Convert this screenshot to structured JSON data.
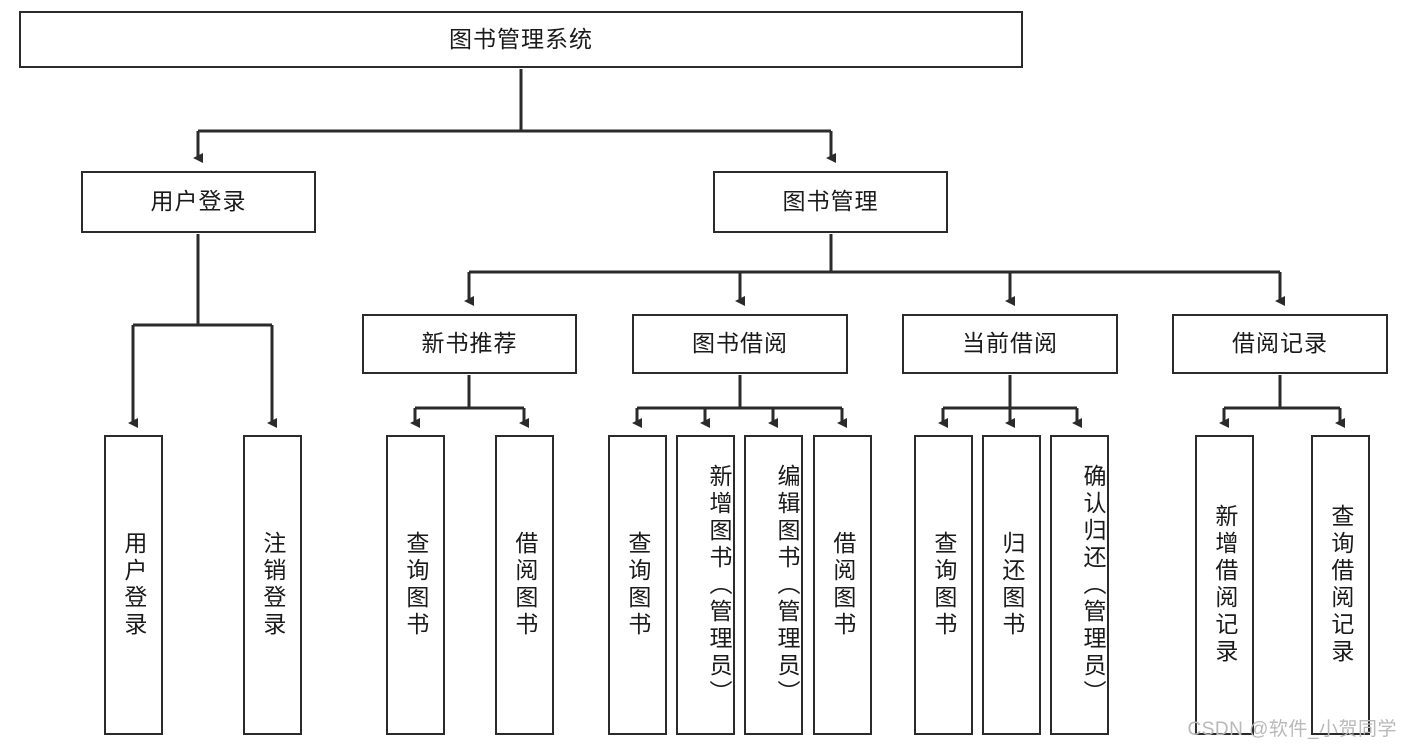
{
  "diagram": {
    "type": "hierarchy-tree",
    "title": "图书管理系统",
    "root": {
      "label": "图书管理系统"
    },
    "level2": [
      {
        "label": "用户登录"
      },
      {
        "label": "图书管理"
      }
    ],
    "level3": [
      {
        "label": "新书推荐"
      },
      {
        "label": "图书借阅"
      },
      {
        "label": "当前借阅"
      },
      {
        "label": "借阅记录"
      }
    ],
    "leaves": {
      "user_login": [
        {
          "label": "用户登录"
        },
        {
          "label": "注销登录"
        }
      ],
      "new_book_recommend": [
        {
          "label": "查询图书"
        },
        {
          "label": "借阅图书"
        }
      ],
      "book_borrow": [
        {
          "label": "查询图书"
        },
        {
          "label": "新增图书（管理员）"
        },
        {
          "label": "编辑图书（管理员）"
        },
        {
          "label": "借阅图书"
        }
      ],
      "current_borrow": [
        {
          "label": "查询图书"
        },
        {
          "label": "归还图书"
        },
        {
          "label": "确认归还（管理员）"
        }
      ],
      "borrow_record": [
        {
          "label": "新增借阅记录"
        },
        {
          "label": "查询借阅记录"
        }
      ]
    }
  },
  "watermark": {
    "text": "CSDN @软件_小贺同学"
  },
  "colors": {
    "box_border": "#2b2b2b",
    "box_fill": "#ffffff",
    "connector": "#2b2b2b",
    "text": "#1a1a1a",
    "watermark": "#b9b9b9"
  }
}
